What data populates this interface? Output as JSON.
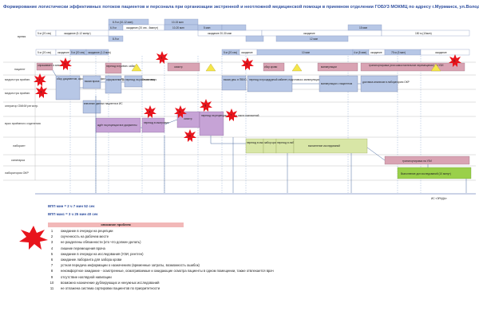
{
  "title": "Формирование логистически эффективных потоков пациентов и персонала при организации экстренной и неотложной медицинской помощи в приемном отделении ГОБУЗ МОКМЦ по адресу г.Мурманск, ул.Володарского",
  "timeline": {
    "label": "время",
    "row1": [
      "5 м (20 сек)",
      "ожидание (5-12 минут)",
      "8-9 м (10-12 мин)",
      "10-15 мин",
      "ожидание 20-30 мин",
      "ожидание",
      "150 м (10мин)"
    ],
    "row2": [
      "5 м (20 сек)",
      "ожидание (20 сек - 3 мин)",
      "6-9 м",
      "ожидание (20 сек - 6минут)",
      "10-20 мин",
      "5 мин",
      "12 мин",
      "15 мин",
      "ожидание"
    ],
    "row3": [
      "5 м (20 сек)",
      "ожидание",
      "5 м (20 сек)",
      "ожидание (1-3 мин)",
      "8-9 м",
      "5 м (20 сек)",
      "ожидание",
      "10 мин",
      "4 м (5 мин)",
      "ожидание",
      "75 м (5 мин)",
      "ожидание"
    ]
  },
  "lanes": [
    "пациент",
    "медсестра приёмн.",
    "медсестра приёмн.",
    "оператор ОМИИ регистр.",
    "врач приёмного отделения",
    "лаборант",
    "санитарка",
    "лаборатория ОКР"
  ],
  "boxes": {
    "b1": "опрашивает и заполняет",
    "b2": "сбор документов, оформление и профиль, определение срочности",
    "b3": "вызов врача",
    "b4": "оформление данных пациента в систему",
    "b5": "переход в приёмн. кабинет",
    "b6": "переход на рабочее место",
    "b7": "внесение данных пациента в ИС",
    "b8": "ждёт на рецепции все документы",
    "b9": "осмотр",
    "b10": "осмотр",
    "b11": "переход в смотровую",
    "b12": "переход на рецепцию, выдача листа назначений",
    "b13": "вызов деж. в ПВХО, уведомление",
    "b14": "переход в процедурный кабинет, подготовка к манипуляции",
    "b15": "сбор крови",
    "b16": "ожидание",
    "b17": "манипуляции",
    "b18": "транспортировка (или самостоятельное перемещение) на УЗИ",
    "b19": "доставка анализов в лабораторию ОКР",
    "b20": "переход в смотровую",
    "b21": "забор крови",
    "b22": "переход в лабораторию",
    "b23": "выполнение исследований",
    "b24": "транспортировка на УЗИ",
    "b25": "Выполнение доп исследований (10 минут)",
    "b26": "манипуляции с пациентом",
    "b27": "ожидание"
  },
  "end_label": "ИС «ЭРАДА»",
  "summary": {
    "vpp_min": "ВПП мин = 2 ч 7 мин 52 сек",
    "vpp_max": "ВПП макс = 3 ч 25 мин 40 сек"
  },
  "legend": {
    "heading": "описание проблем",
    "items": [
      {
        "num": "1",
        "text": "ожидание в очереди на рецепции"
      },
      {
        "num": "2",
        "text": "скученность на рабочем месте"
      },
      {
        "num": "3",
        "text": "не разделены обязанности (кто что должен делать)"
      },
      {
        "num": "4",
        "text": "лишние перемещения врача"
      },
      {
        "num": "5",
        "text": "ожидание в очереди на исследования (УЗИ, рентген)"
      },
      {
        "num": "6",
        "text": "ожидание лаборанта для забора крови"
      },
      {
        "num": "7",
        "text": "устная передача информации о назначениях (временные затраты, возможность ошибок)"
      },
      {
        "num": "8",
        "text": "некомфортное ожидание - осмотренные, осматриваемые и ожидающие осмотра пациенты в одном помещении, также отвлекается врач"
      },
      {
        "num": "9",
        "text": "отсутствие наглядной навигации"
      },
      {
        "num": "10",
        "text": "возможно назначение дублирующих и ненужных исследований"
      },
      {
        "num": "11",
        "text": "не отлажена система сортировки пациентов по приоритетности"
      }
    ]
  },
  "stars": [
    "1",
    "2",
    "3",
    "4",
    "5",
    "6",
    "7",
    "8",
    "9",
    "10",
    "11"
  ],
  "colors": {
    "patient": "#d9a3b3",
    "nurse": "#b7c7e6",
    "doctor": "#c6a3d6",
    "lab": "#d8e6a6",
    "transport": "#d9a3b3",
    "extra": "#9ad04a",
    "triangle": "#f5e64a",
    "star": "#e8141c",
    "timeline": "#b7c7e6",
    "accent": "#3050a0"
  }
}
